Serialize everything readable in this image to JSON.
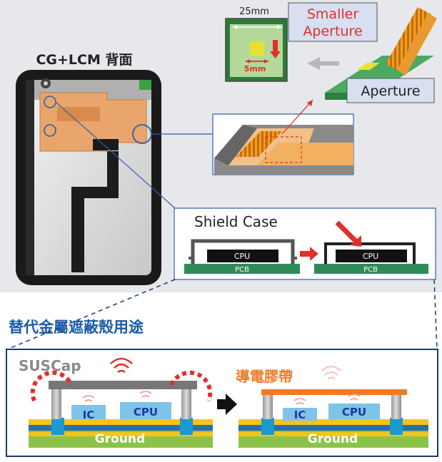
{
  "phone": {
    "title": "CG+LCM 背面"
  },
  "module": {
    "dim_outer": "25mm",
    "dim_inner": "5mm",
    "label_smaller": [
      "Smaller",
      "Aperture"
    ],
    "label_aperture": "Aperture"
  },
  "shield": {
    "title": "Shield Case",
    "cpu": "CPU",
    "pcb": "PCB"
  },
  "bottom": {
    "heading": "替代金屬遮蔽殼用途",
    "left_title": "SUSCap",
    "right_title": "導電膠帶",
    "ic": "IC",
    "cpu": "CPU",
    "ground": "Ground"
  },
  "colors": {
    "panel_bg": "#e6e8ec",
    "accent_red": "#e0302a",
    "accent_orange": "#f07a26",
    "heading_blue": "#1a5aa6",
    "board_green": "#2e8b57",
    "ground_green": "#8bc34a",
    "layer_yellow": "#f5c518",
    "chip_blue": "#7ec3e8"
  }
}
